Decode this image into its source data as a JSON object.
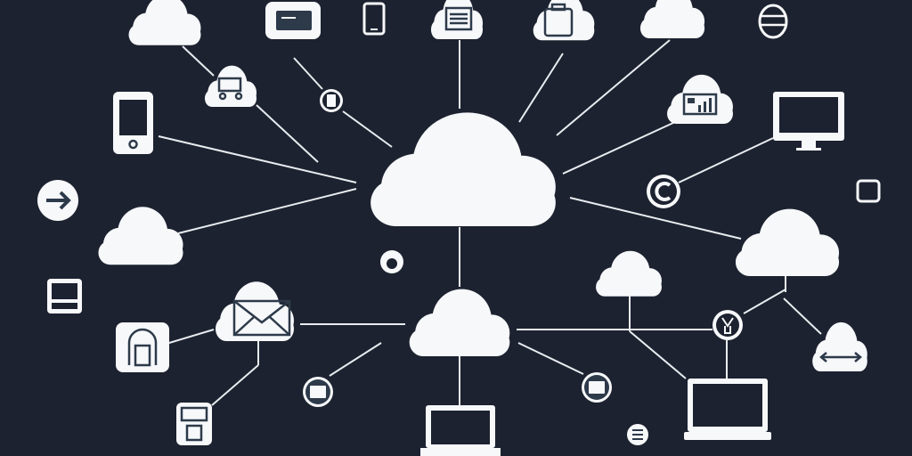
{
  "diagram": {
    "background_color": "#1c2230",
    "foreground_color": "#f7f8fa",
    "icon_accent_color": "#2d3a4a",
    "nodes": [
      "central-cloud",
      "bottom-cloud",
      "right-cloud",
      "left-cloud",
      "small-cloud",
      "mail-cloud",
      "phone",
      "monitor",
      "laptop",
      "laptop-right",
      "arrow-button",
      "copyright-badge",
      "apple-badge",
      "home-tile",
      "keyboard-device",
      "card-device",
      "lantern"
    ]
  }
}
